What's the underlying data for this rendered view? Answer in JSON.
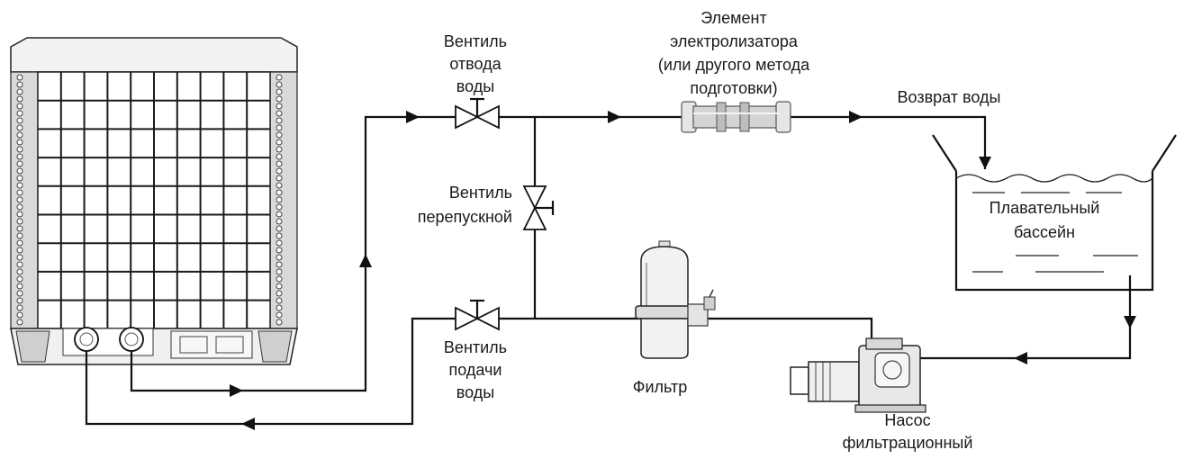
{
  "labels": {
    "outlet_valve": [
      "Вентиль",
      "отвода",
      "воды"
    ],
    "electrolyzer": [
      "Элемент",
      "электролизатора",
      "(или другого метода",
      "подготовки)"
    ],
    "water_return": "Возврат воды",
    "bypass_valve": [
      "Вентиль",
      "перепускной"
    ],
    "pool": [
      "Плавательный",
      "бассейн"
    ],
    "inlet_valve": [
      "Вентиль",
      "подачи",
      "воды"
    ],
    "filter": "Фильтр",
    "pump": [
      "Насос",
      "фильтрационный"
    ]
  },
  "icons": [
    "heat-pump-unit-icon",
    "valve-icon",
    "electrolyzer-cell-icon",
    "filter-tank-icon",
    "pump-icon",
    "pool-icon",
    "flow-arrow-icon"
  ]
}
